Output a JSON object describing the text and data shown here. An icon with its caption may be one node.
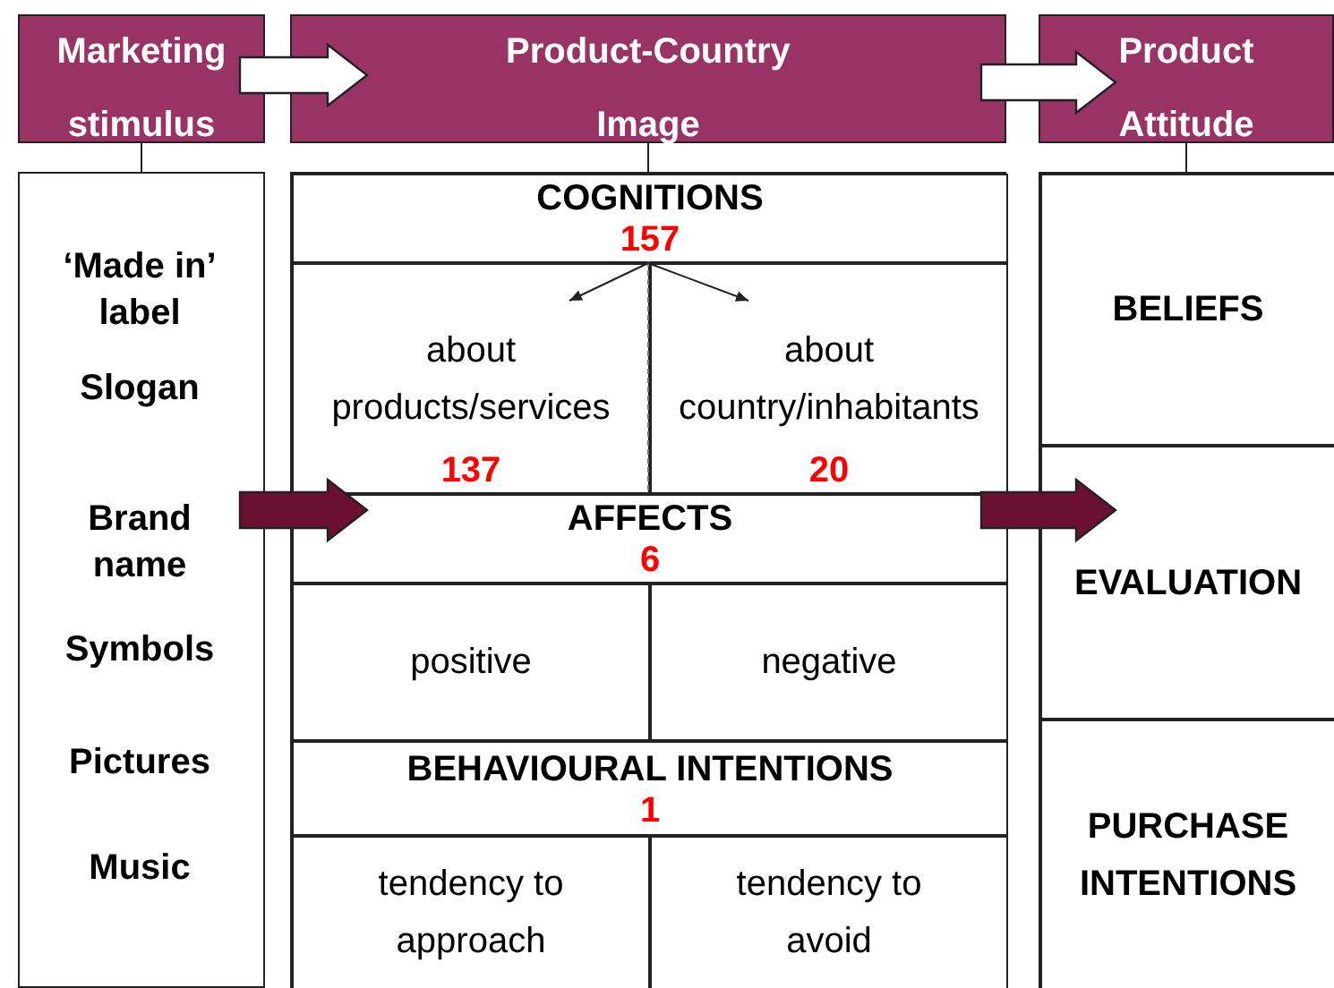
{
  "diagram": {
    "nodes": [
      {
        "text": [
          "Marketing stimulus"
        ]
      },
      {
        "text": [
          "Product-Country Image"
        ]
      },
      {
        "text": [
          "Product Attitude"
        ]
      },
      {
        "text": [
          "‘Made in’ label",
          "Slogan",
          "Brand name",
          "Symbols",
          "Pictures",
          "Music"
        ]
      },
      {
        "text": [],
        "shape": "box"
      },
      {
        "text": [
          "COGNITIONS",
          "157"
        ],
        "in": 4
      },
      {
        "text": [
          "about products/services",
          "137"
        ],
        "in": 4
      },
      {
        "text": [
          "about country/inhabitants",
          "20"
        ],
        "in": 4
      },
      {
        "text": [
          "AFFECTS",
          "6"
        ],
        "in": 4
      },
      {
        "text": [
          "positive"
        ],
        "in": 4
      },
      {
        "text": [
          "negative"
        ],
        "in": 4
      },
      {
        "text": [
          "BEHAVIOURAL INTENTIONS",
          "1"
        ],
        "in": 4
      },
      {
        "text": [
          "tendency to approach"
        ],
        "in": 4
      },
      {
        "text": [
          "tendency to avoid"
        ],
        "in": 4
      },
      {
        "text": [],
        "shape": "box"
      },
      {
        "text": [
          "BELIEFS"
        ],
        "in": 14
      },
      {
        "text": [
          "EVALUATION"
        ],
        "in": 14
      },
      {
        "text": [
          "PURCHASE INTENTIONS"
        ],
        "in": 14
      }
    ],
    "edges": [
      {
        "from": 0,
        "to": 1,
        "arrow": "to",
        "style": "thick"
      },
      {
        "from": 1,
        "to": 2,
        "arrow": "to",
        "style": "thick"
      },
      {
        "from": 3,
        "to": 4,
        "arrow": "to",
        "style": "thick",
        "color": "#6b0f33"
      },
      {
        "from": 4,
        "to": 14,
        "arrow": "to",
        "style": "thick",
        "color": "#6b0f33"
      },
      {
        "from": 5,
        "to": 6,
        "arrow": "to"
      },
      {
        "from": 5,
        "to": 7,
        "arrow": "to"
      },
      {
        "from": 0,
        "to": 3,
        "arrow": "none"
      },
      {
        "from": 1,
        "to": 4,
        "arrow": "none"
      },
      {
        "from": 2,
        "to": 14,
        "arrow": "none"
      }
    ]
  }
}
